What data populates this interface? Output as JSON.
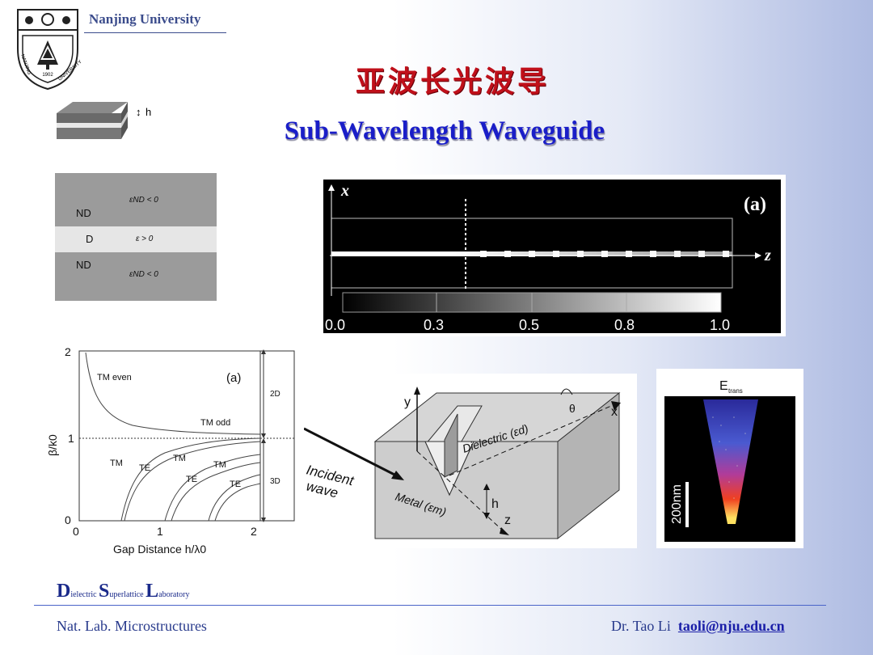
{
  "header": {
    "university": "Nanjing University",
    "logo_text": "NANJING UNIVERSITY 1902"
  },
  "title_cn": "亚波长光波导",
  "title_en": "Sub-Wavelength Waveguide",
  "slab_icon": {
    "label": "h"
  },
  "layer_panel": {
    "top_label": "ND",
    "top_eps": "εND < 0",
    "mid_label": "D",
    "mid_eps": "ε > 0",
    "bot_label": "ND",
    "bot_eps": "εND < 0"
  },
  "field_plot": {
    "panel_label": "(a)",
    "axis_x": "x",
    "axis_z": "z",
    "colorbar_ticks": [
      "0.0",
      "0.3",
      "0.5",
      "0.8",
      "1.0"
    ]
  },
  "dispersion_plot": {
    "panel_label": "(a)",
    "ylabel": "β/k0",
    "xlabel": "Gap Distance  h/λ0",
    "y_ticks": [
      "0",
      "1",
      "2"
    ],
    "x_ticks": [
      "0",
      "1",
      "2"
    ],
    "curve_labels": [
      "TM even",
      "TM odd",
      "TM",
      "TE",
      "TM",
      "TE",
      "TM",
      "TE"
    ],
    "region_labels": [
      "2D",
      "3D"
    ]
  },
  "groove_diagram": {
    "incident": "Incident",
    "wave": "wave",
    "dielectric": "Dielectric (εd)",
    "metal": "Metal (εm)",
    "axis_y": "y",
    "axis_x": "x",
    "axis_z": "z",
    "h": "h",
    "theta": "θ"
  },
  "trans_plot": {
    "title": "E",
    "title_sub": "trans",
    "scale": "200nm"
  },
  "footer": {
    "lab_letters": [
      "D",
      "S",
      "L"
    ],
    "lab_rest": [
      "ielectric ",
      "uperlattice ",
      "aboratory"
    ],
    "left": "Nat. Lab. Microstructures",
    "author": "Dr. Tao Li",
    "email": "taoli@nju.edu.cn"
  }
}
